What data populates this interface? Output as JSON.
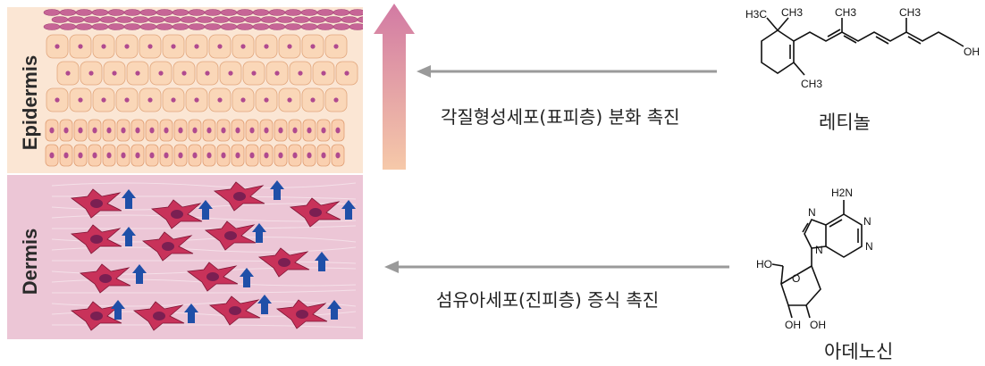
{
  "left_panel": {
    "epidermis_label": "Epidermis",
    "dermis_label": "Dermis"
  },
  "arrows": {
    "top_label": "각질형성세포(표피층) 분화 촉진",
    "bottom_label": "섬유아세포(진피층) 증식 촉진"
  },
  "retinol": {
    "name": "레티놀",
    "atoms": {
      "ch3_a": "H3C",
      "ch3_b": "CH3",
      "ch3_c": "CH3",
      "ch3_d": "CH3",
      "ch3_e": "CH3",
      "oh": "OH"
    }
  },
  "adenosine": {
    "name": "아데노신",
    "atoms": {
      "nh2": "H2N",
      "n1": "N",
      "n3": "N",
      "n7": "N",
      "n9": "N",
      "ho_top": "HO",
      "o_ring": "O",
      "oh_left": "OH",
      "oh_right": "OH"
    }
  },
  "colors": {
    "epidermis_bg": "#fbe6d4",
    "dermis_bg": "#ecc6d6",
    "cell_nucleus": "#b04a8f",
    "fibroblast": "#c8325a",
    "up_arrow_blue": "#1f4fa8",
    "gradient_arrow_top": "#d27aa3",
    "gradient_arrow_bottom": "#f6c9a9",
    "gray_arrow": "#9a9a9a"
  }
}
